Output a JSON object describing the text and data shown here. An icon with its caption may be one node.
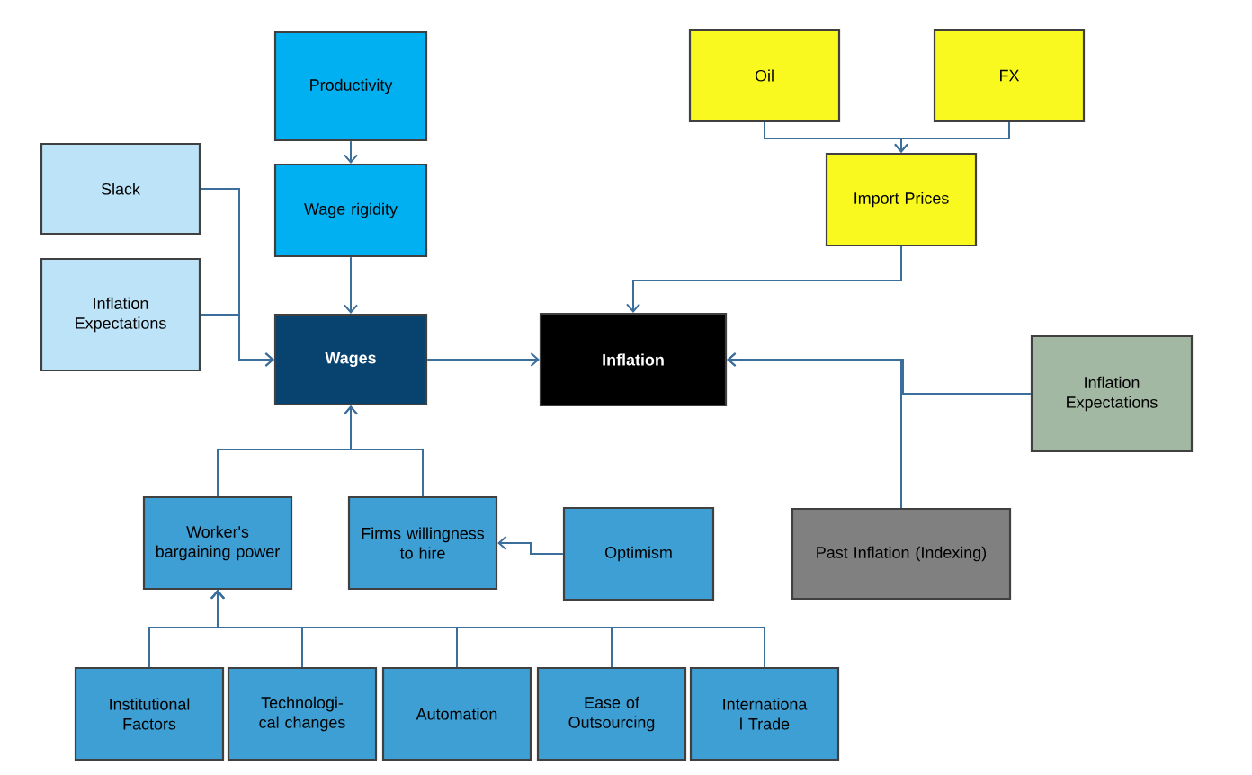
{
  "diagram": {
    "nodes": [
      {
        "text": [
          "Productivity"
        ]
      },
      {
        "text": [
          "Wage rigidity"
        ]
      },
      {
        "text": [
          "Slack"
        ]
      },
      {
        "text": [
          "Inflation Expectations"
        ]
      },
      {
        "text": [
          "Wages"
        ]
      },
      {
        "text": [
          "Inflation"
        ]
      },
      {
        "text": [
          "Oil"
        ]
      },
      {
        "text": [
          "FX"
        ]
      },
      {
        "text": [
          "Import Prices"
        ]
      },
      {
        "text": [
          "Inflation Expectations"
        ]
      },
      {
        "text": [
          "Past Inflation (Indexing)"
        ]
      },
      {
        "text": [
          "Worker's bargaining power"
        ]
      },
      {
        "text": [
          "Firms willingness to hire"
        ]
      },
      {
        "text": [
          "Optimism"
        ]
      },
      {
        "text": [
          "Institutional Factors"
        ]
      },
      {
        "text": [
          "Technologi- cal changes"
        ]
      },
      {
        "text": [
          "Automation"
        ]
      },
      {
        "text": [
          "Ease of Outsourcing"
        ]
      },
      {
        "text": [
          "Internationa l Trade"
        ]
      }
    ],
    "edges": [
      {
        "from": 0,
        "to": 1,
        "arrow": "to"
      },
      {
        "from": 1,
        "to": 4,
        "arrow": "to"
      },
      {
        "from": 2,
        "to": 4,
        "arrow": "to"
      },
      {
        "from": 3,
        "to": 4,
        "arrow": "to"
      },
      {
        "from": 4,
        "to": 5,
        "arrow": "to"
      },
      {
        "from": 6,
        "to": 8,
        "arrow": "to"
      },
      {
        "from": 7,
        "to": 8,
        "arrow": "to"
      },
      {
        "from": 8,
        "to": 5,
        "arrow": "to"
      },
      {
        "from": 9,
        "to": 5,
        "arrow": "to"
      },
      {
        "from": 10,
        "to": 5,
        "arrow": "to"
      },
      {
        "from": 11,
        "to": 4,
        "arrow": "to"
      },
      {
        "from": 12,
        "to": 4,
        "arrow": "to"
      },
      {
        "from": 13,
        "to": 12,
        "arrow": "to"
      },
      {
        "from": 14,
        "to": 11,
        "arrow": "to"
      },
      {
        "from": 15,
        "to": 11,
        "arrow": "to"
      },
      {
        "from": 16,
        "to": 11,
        "arrow": "to"
      },
      {
        "from": 17,
        "to": 11,
        "arrow": "to"
      },
      {
        "from": 18,
        "to": 11,
        "arrow": "to"
      }
    ]
  }
}
